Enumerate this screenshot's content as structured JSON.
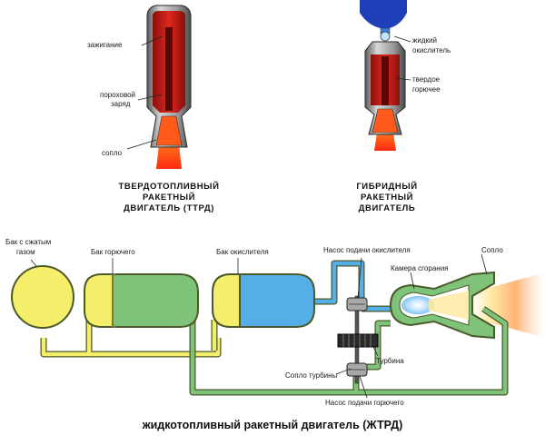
{
  "solid_motor": {
    "labels": {
      "ignition": "зажигание",
      "charge_line1": "пороховой",
      "charge_line2": "заряд",
      "nozzle": "сопло"
    },
    "caption": [
      "ТВЕРДОТОПЛИВНЫЙ",
      "РАКЕТНЫЙ",
      "ДВИГАТЕЛЬ (ТТРД)"
    ]
  },
  "hybrid_motor": {
    "labels": {
      "oxidizer_line1": "жидкий",
      "oxidizer_line2": "окислитель",
      "fuel_line1": "твердое",
      "fuel_line2": "горючее"
    },
    "caption": [
      "ГИБРИДНЫЙ",
      "РАКЕТНЫЙ",
      "ДВИГАТЕЛЬ"
    ]
  },
  "liquid_motor": {
    "labels": {
      "gas_tank_line1": "Бак с сжатым",
      "gas_tank_line2": "газом",
      "fuel_tank": "Бак горючего",
      "oxidizer_tank": "Бак окислителя",
      "oxidizer_pump": "Насос подачи окислителя",
      "combustion_chamber": "Камера сгорания",
      "nozzle": "Сопло",
      "turbine": "Турбина",
      "turbine_nozzle": "Сопло турбины",
      "fuel_pump": "Насос подачи горючего"
    },
    "caption": "жидкотопливный ракетный двигатель (ЖТРД)"
  },
  "colors": {
    "gas_yellow": "#f4ee6a",
    "fuel_green": "#7fc27a",
    "oxidizer_blue": "#56aee6",
    "pipe_outline": "#4b5a2b",
    "charge_red": "#c8201a",
    "flame": "#ff4a1a",
    "casing_gray": "#8a8a8a",
    "oxidizer_dark_blue": "#1e3fb8"
  }
}
